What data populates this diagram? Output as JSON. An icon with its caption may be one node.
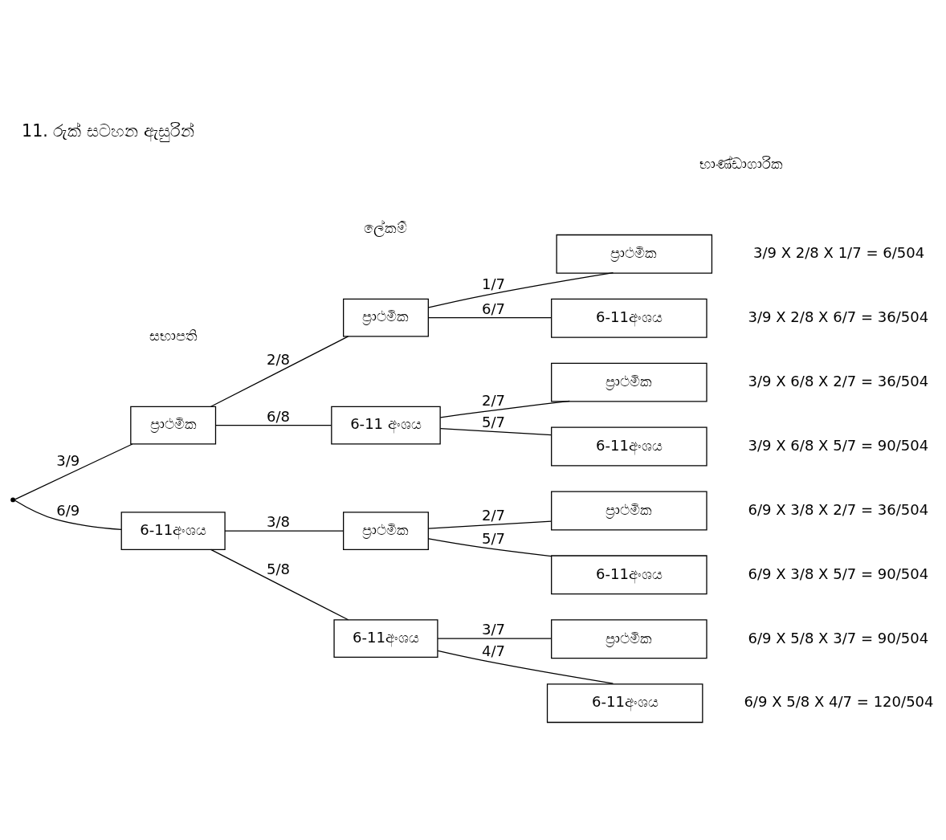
{
  "diagram": {
    "title": "11. රුක් සටහන ඇසුරින්",
    "nodes": [
      {
        "text": [],
        "shape": "point"
      },
      {
        "text": [
          "ප්‍රාථමික"
        ]
      },
      {
        "text": [
          "6-11අංශය"
        ]
      },
      {
        "text": [
          "ප්‍රාථමික"
        ]
      },
      {
        "text": [
          "6-11 අංශය"
        ]
      },
      {
        "text": [
          "ප්‍රාථමික"
        ],
        "beside": [
          "3/9 X 2/8 X 1/7 = 6/504"
        ]
      },
      {
        "text": [
          "6-11අංශය"
        ],
        "beside": [
          "3/9 X 2/8 X 6/7 = 36/504"
        ]
      },
      {
        "text": [
          "ප්‍රාථමික"
        ],
        "beside": [
          "3/9 X 6/8 X 2/7 = 36/504"
        ]
      },
      {
        "text": [
          "6-11අංශය"
        ],
        "beside": [
          "3/9 X 6/8 X 5/7 = 90/504"
        ]
      },
      {
        "text": [
          "ප්‍රාථමික"
        ]
      },
      {
        "text": [
          "6-11අංශය"
        ]
      },
      {
        "text": [
          "ප්‍රාථමික"
        ],
        "beside": [
          "6/9 X 3/8 X 2/7 = 36/504"
        ]
      },
      {
        "text": [
          "6-11අංශය"
        ],
        "beside": [
          "6/9 X 3/8 X 5/7 = 90/504"
        ]
      },
      {
        "text": [
          "ප්‍රාථමික"
        ],
        "beside": [
          "6/9 X 5/8 X 3/7 = 90/504"
        ]
      },
      {
        "text": [
          "6-11අංශය"
        ],
        "beside": [
          "6/9 X 5/8 X 4/7 = 120/504"
        ]
      }
    ],
    "edges": [
      {
        "from": 0,
        "to": 1,
        "arrow": "none",
        "label": "3/9"
      },
      {
        "from": 0,
        "to": 2,
        "arrow": "none",
        "label": "6/9"
      },
      {
        "from": 1,
        "to": 3,
        "arrow": "none",
        "label": "2/8"
      },
      {
        "from": 1,
        "to": 4,
        "arrow": "none",
        "label": "6/8"
      },
      {
        "from": 3,
        "to": 5,
        "arrow": "none",
        "label": "1/7"
      },
      {
        "from": 3,
        "to": 6,
        "arrow": "none",
        "label": "6/7"
      },
      {
        "from": 4,
        "to": 7,
        "arrow": "none",
        "label": "2/7"
      },
      {
        "from": 4,
        "to": 8,
        "arrow": "none",
        "label": "5/7"
      },
      {
        "from": 2,
        "to": 9,
        "arrow": "none",
        "label": "3/8"
      },
      {
        "from": 2,
        "to": 10,
        "arrow": "none",
        "label": "5/8"
      },
      {
        "from": 9,
        "to": 11,
        "arrow": "none",
        "label": "2/7"
      },
      {
        "from": 9,
        "to": 12,
        "arrow": "none",
        "label": "5/7"
      },
      {
        "from": 10,
        "to": 13,
        "arrow": "none",
        "label": "3/7"
      },
      {
        "from": 10,
        "to": 14,
        "arrow": "none",
        "label": "4/7"
      }
    ],
    "labels": [
      "භාණ්ඩාගාරික",
      "ලේකම්",
      "සභාපති"
    ]
  }
}
